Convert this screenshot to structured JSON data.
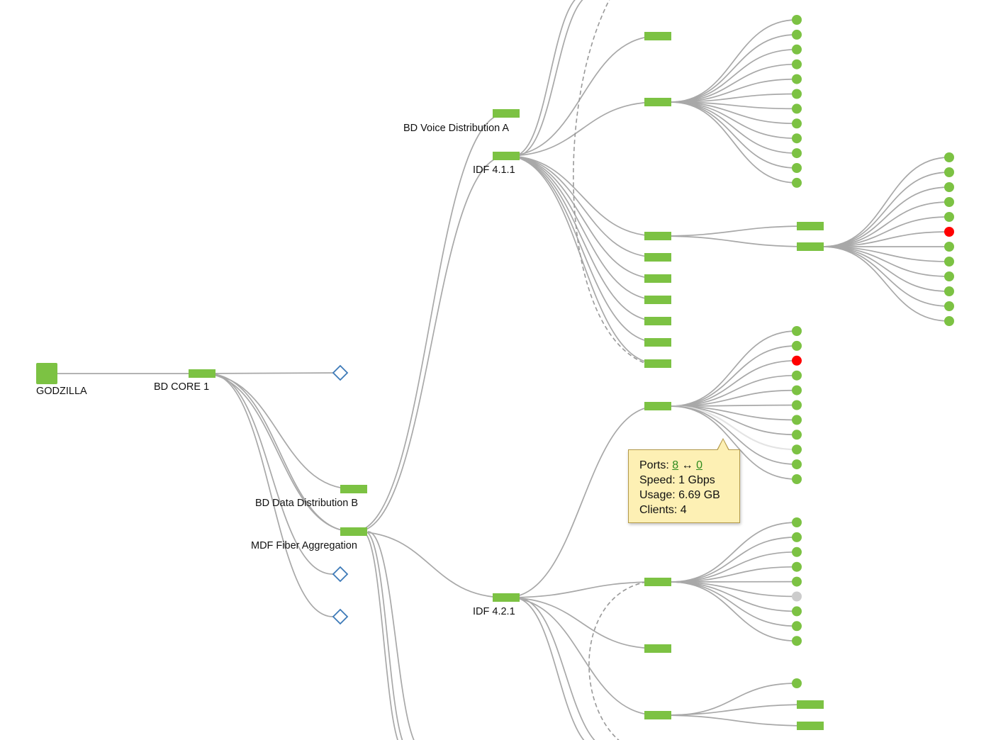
{
  "colors": {
    "ok": "#7cc243",
    "error": "#ff0000",
    "offline": "#cccccc",
    "link": "#a8a8a8",
    "unmanaged": "#3d7ab8"
  },
  "labels": {
    "godzilla": "GODZILLA",
    "bd_core_1": "BD CORE 1",
    "bd_voice_distribution_a": "BD Voice Distribution A",
    "idf_4_1_1": "IDF 4.1.1",
    "bd_data_distribution_b": "BD Data Distribution B",
    "mdf_fiber_aggregation": "MDF Fiber Aggregation",
    "idf_4_2_1": "IDF 4.2.1"
  },
  "tooltip": {
    "ports_label": "Ports:",
    "ports_a": "8",
    "ports_sep": "↔",
    "ports_b": "0",
    "speed": "Speed: 1 Gbps",
    "usage": "Usage: 6.69 GB",
    "clients": "Clients: 4"
  },
  "topology": {
    "icon_names": {
      "root": "gateway-icon",
      "switch": "switch-icon",
      "client": "client-dot-icon",
      "unmanaged": "unmanaged-diamond-icon"
    },
    "client_groups": [
      {
        "parent": "idf-4-1-1-access-switch-2",
        "statuses": [
          "ok",
          "ok",
          "ok",
          "ok",
          "ok",
          "ok",
          "ok",
          "ok",
          "ok",
          "ok",
          "ok",
          "ok"
        ]
      },
      {
        "parent": "idf-4-1-1-access-switch-3b",
        "statuses": [
          "ok",
          "ok",
          "ok",
          "ok",
          "ok",
          "error",
          "ok",
          "ok",
          "ok",
          "ok",
          "ok",
          "ok"
        ]
      },
      {
        "parent": "idf-4-2-1-access-switch-1",
        "statuses": [
          "ok",
          "ok",
          "error",
          "ok",
          "ok",
          "ok",
          "ok",
          "ok",
          "ok",
          "ok",
          "ok"
        ]
      },
      {
        "parent": "idf-4-2-1-access-switch-2",
        "statuses": [
          "ok",
          "ok",
          "ok",
          "ok",
          "ok",
          "offline",
          "ok",
          "ok",
          "ok"
        ]
      },
      {
        "parent": "idf-4-2-1-access-switch-4",
        "statuses": [
          "ok"
        ]
      }
    ]
  }
}
